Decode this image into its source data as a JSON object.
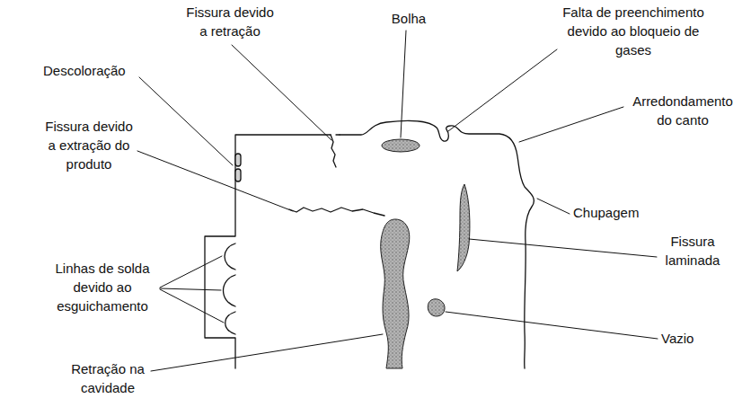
{
  "diagram": {
    "labels": [
      "Fissura devido a retração",
      "Bolha",
      "Falta de preenchimento devido ao bloqueio de gases",
      "Descoloração",
      "Arredondamento do canto",
      "Fissura devido a extração do produto",
      "Chupagem",
      "Fissura laminada",
      "Linhas de solda devido ao esguichamento",
      "Vazio",
      "Retração na cavidade"
    ]
  }
}
